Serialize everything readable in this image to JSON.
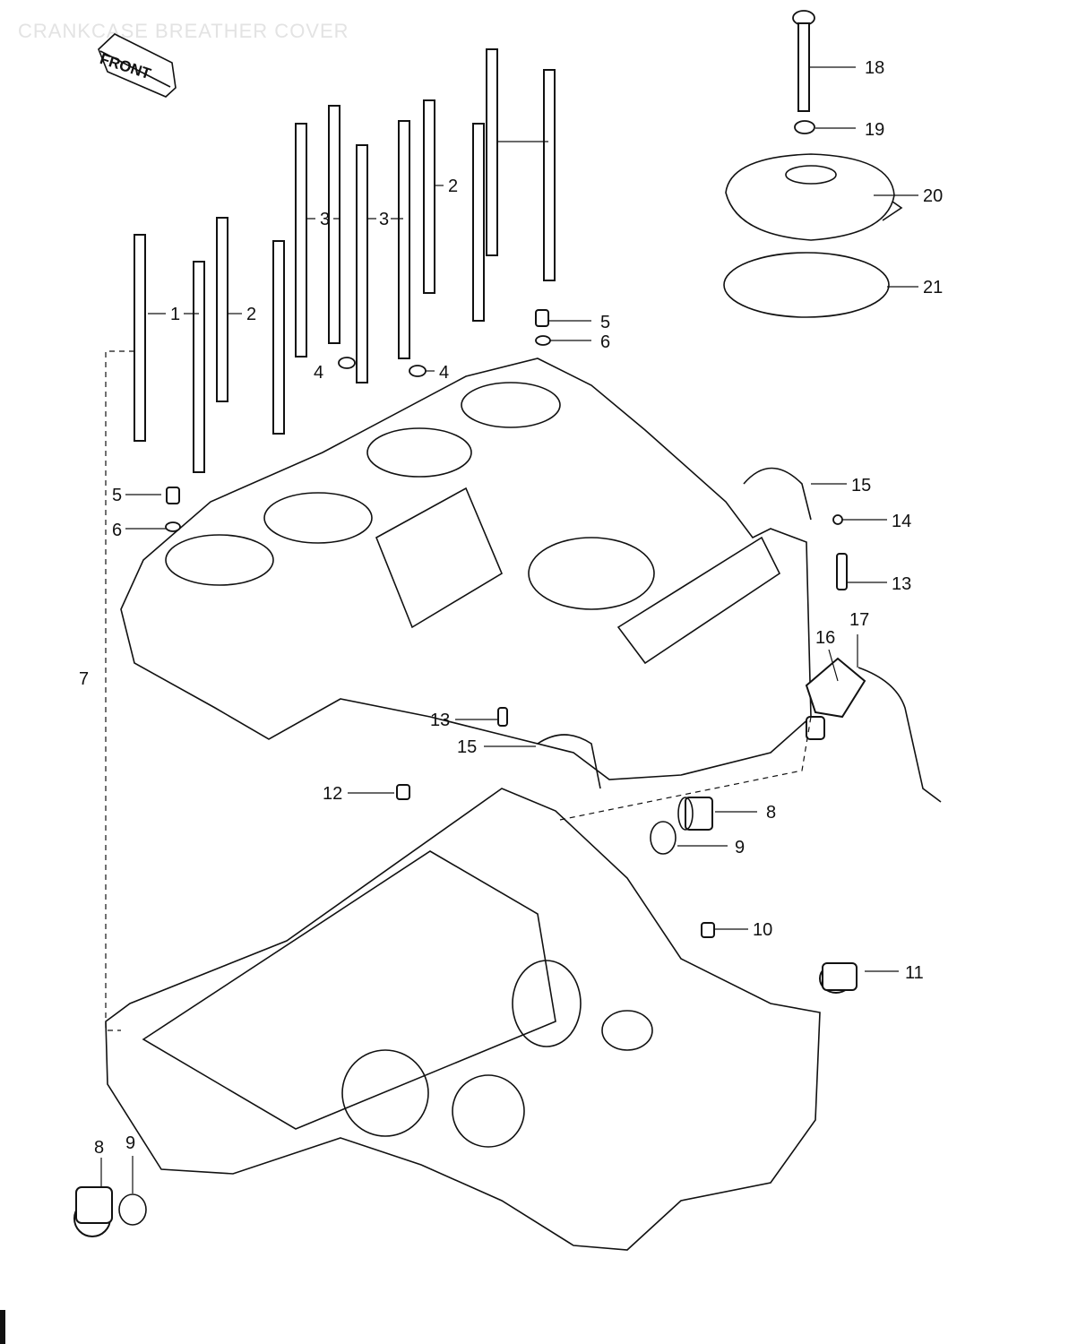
{
  "title": "CRANKCASE BREATHER COVER",
  "front_label": "FRONT",
  "callouts": [
    {
      "id": "c18",
      "text": "18"
    },
    {
      "id": "c19",
      "text": "19"
    },
    {
      "id": "c20",
      "text": "20"
    },
    {
      "id": "c21",
      "text": "21"
    },
    {
      "id": "c1",
      "text": "1"
    },
    {
      "id": "c2a",
      "text": "2"
    },
    {
      "id": "c2b",
      "text": "2"
    },
    {
      "id": "c3a",
      "text": "3"
    },
    {
      "id": "c3b",
      "text": "3"
    },
    {
      "id": "c4a",
      "text": "4"
    },
    {
      "id": "c4b",
      "text": "4"
    },
    {
      "id": "c5a",
      "text": "5"
    },
    {
      "id": "c6a",
      "text": "6"
    },
    {
      "id": "c5b",
      "text": "5"
    },
    {
      "id": "c6b",
      "text": "6"
    },
    {
      "id": "c7",
      "text": "7"
    },
    {
      "id": "c15a",
      "text": "15"
    },
    {
      "id": "c14",
      "text": "14"
    },
    {
      "id": "c13a",
      "text": "13"
    },
    {
      "id": "c16",
      "text": "16"
    },
    {
      "id": "c17",
      "text": "17"
    },
    {
      "id": "c13b",
      "text": "13"
    },
    {
      "id": "c15b",
      "text": "15"
    },
    {
      "id": "c12",
      "text": "12"
    },
    {
      "id": "c8a",
      "text": "8"
    },
    {
      "id": "c9a",
      "text": "9"
    },
    {
      "id": "c10",
      "text": "10"
    },
    {
      "id": "c11",
      "text": "11"
    },
    {
      "id": "c8b",
      "text": "8"
    },
    {
      "id": "c9b",
      "text": "9"
    }
  ]
}
